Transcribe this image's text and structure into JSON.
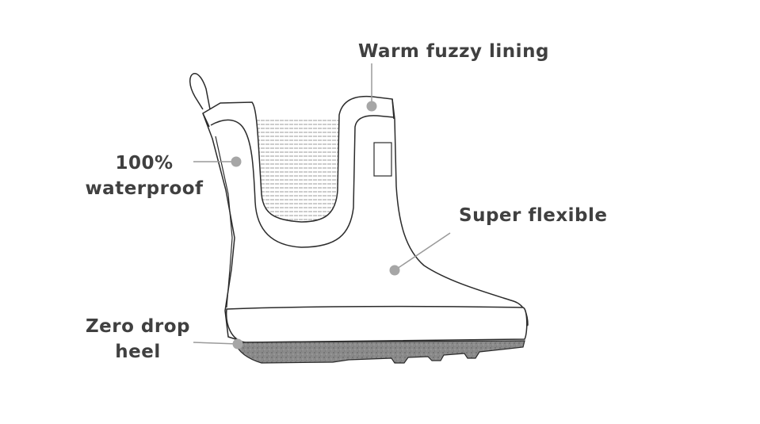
{
  "callouts": {
    "lining": {
      "text": "Warm fuzzy lining"
    },
    "waterproof": {
      "line1": "100%",
      "line2": "waterproof"
    },
    "flexible": {
      "text": "Super flexible"
    },
    "heel": {
      "line1": "Zero drop",
      "line2": "heel"
    }
  },
  "colors": {
    "outline": "#2b2b2b",
    "label_text": "#404040",
    "leader": "#9a9a9a",
    "marker_dot": "#a6a6a6",
    "sole_fill": "#8c8c8c"
  }
}
